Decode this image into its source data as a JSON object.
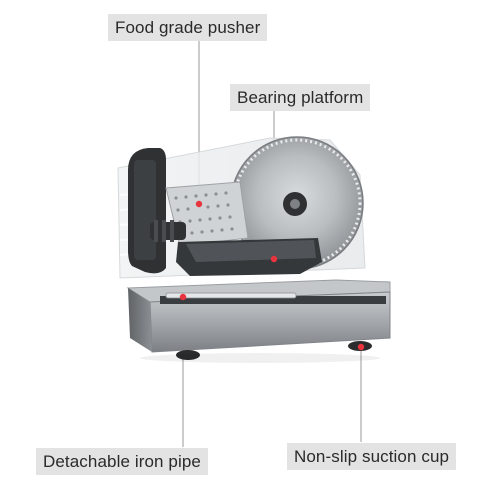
{
  "callouts": {
    "pusher": {
      "text": "Food grade pusher"
    },
    "platform": {
      "text": "Bearing platform"
    },
    "pipe": {
      "text": "Detachable iron pipe"
    },
    "suction": {
      "text": "Non-slip suction cup"
    }
  },
  "colors": {
    "label_background": "#e3e3e3",
    "label_text": "#2a2a2a",
    "leader_line": "#9a9a9a",
    "marker_dot": "#e8343c",
    "body_steel": "#9ea2a6",
    "dark_plastic": "#2f3133"
  }
}
